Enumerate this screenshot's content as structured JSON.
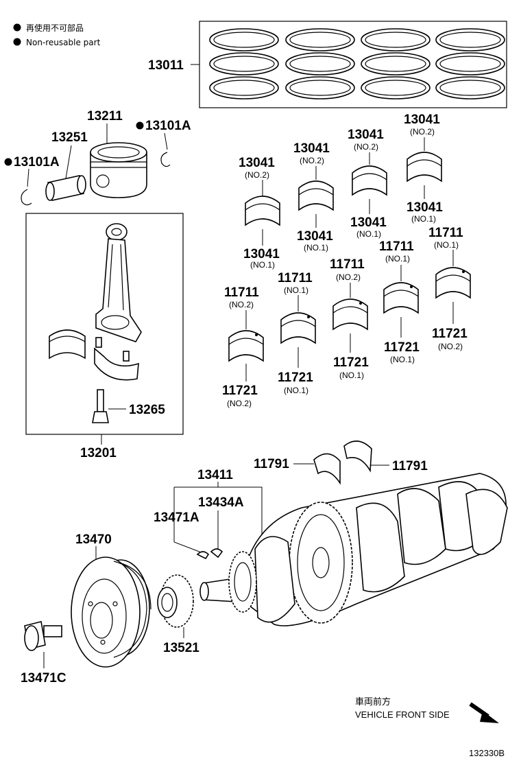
{
  "legend": {
    "label_ja": "再使用不可部品",
    "label_en": "Non-reusable part"
  },
  "parts": {
    "p13011": "13011",
    "p13211": "13211",
    "p13251": "13251",
    "p13101a_r": "13101A",
    "p13101a_l": "13101A",
    "p13201": "13201",
    "p13265": "13265",
    "p13411": "13411",
    "p13434a": "13434A",
    "p13471a": "13471A",
    "p13470": "13470",
    "p13471c": "13471C",
    "p13521": "13521",
    "p11791_l": "11791",
    "p11791_r": "11791"
  },
  "bearings_13041": [
    {
      "num": "13041",
      "grade": "(NO.2)"
    },
    {
      "num": "13041",
      "grade": "(NO.1)"
    },
    {
      "num": "13041",
      "grade": "(NO.2)"
    },
    {
      "num": "13041",
      "grade": "(NO.1)"
    },
    {
      "num": "13041",
      "grade": "(NO.2)"
    },
    {
      "num": "13041",
      "grade": "(NO.1)"
    },
    {
      "num": "13041",
      "grade": "(NO.2)"
    },
    {
      "num": "13041",
      "grade": "(NO.1)"
    }
  ],
  "bearings_11711": [
    {
      "num": "11711",
      "grade": "(NO.2)"
    },
    {
      "num": "11711",
      "grade": "(NO.1)"
    },
    {
      "num": "11711",
      "grade": "(NO.2)"
    },
    {
      "num": "11711",
      "grade": "(NO.1)"
    },
    {
      "num": "11711",
      "grade": "(NO.1)"
    }
  ],
  "bearings_11721": [
    {
      "num": "11721",
      "grade": "(NO.2)"
    },
    {
      "num": "11721",
      "grade": "(NO.1)"
    },
    {
      "num": "11721",
      "grade": "(NO.1)"
    },
    {
      "num": "11721",
      "grade": "(NO.1)"
    },
    {
      "num": "11721",
      "grade": "(NO.2)"
    }
  ],
  "footer": {
    "direction_ja": "車両前方",
    "direction_en": "VEHICLE FRONT SIDE",
    "diagram_code": "132330B"
  }
}
